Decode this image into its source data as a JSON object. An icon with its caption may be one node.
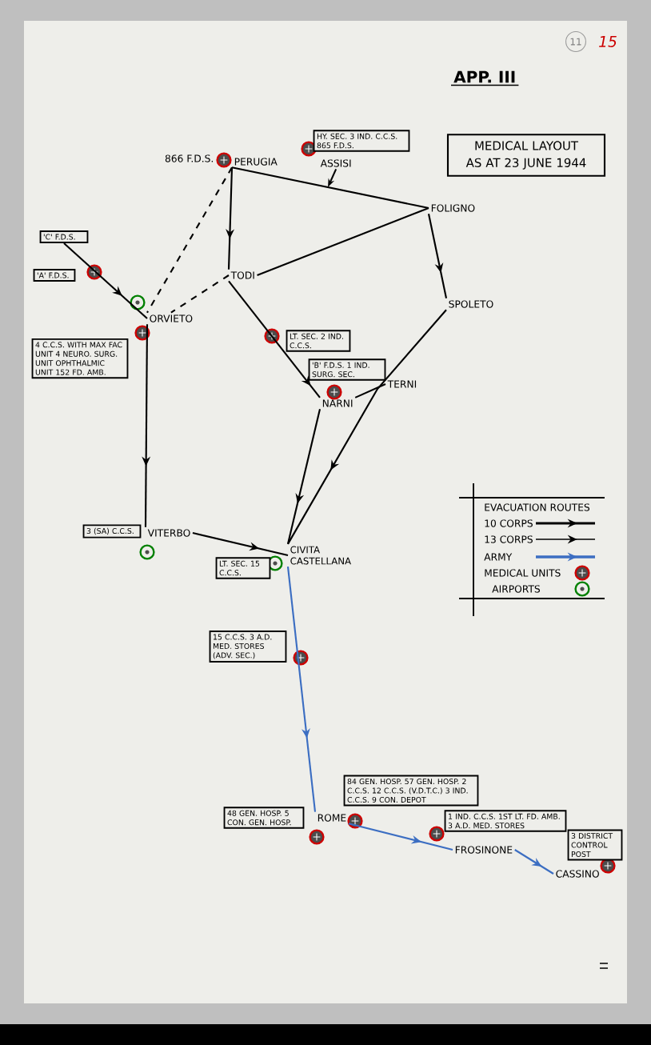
{
  "diagram": {
    "title": "APP. III",
    "nodes": [
      {
        "text": [
          "MEDICAL LAYOUT AS AT 23 JUNE 1944"
        ]
      },
      {
        "text": [
          "PERUGIA"
        ],
        "beside": [
          "866 F.D.S."
        ]
      },
      {
        "text": [
          "ASSISI"
        ]
      },
      {
        "text": [
          "HY. SEC. 3 IND. C.C.S. 865 F.D.S."
        ]
      },
      {
        "text": [
          "FOLIGNO"
        ]
      },
      {
        "text": [
          "SPOLETO"
        ]
      },
      {
        "text": [
          "TODI"
        ]
      },
      {
        "text": [
          "'C' F.D.S."
        ]
      },
      {
        "text": [
          "'A' F.D.S."
        ]
      },
      {
        "text": [
          "ORVIETO"
        ]
      },
      {
        "text": [
          "4 C.C.S. WITH MAX FAC UNIT 4 NEURO. SURG. UNIT OPHTHALMIC UNIT 152 FD. AMB."
        ]
      },
      {
        "text": [
          "LT. SEC. 2 IND. C.C.S."
        ]
      },
      {
        "text": [
          "'B' F.D.S. 1 IND. SURG. SEC."
        ]
      },
      {
        "text": [
          "TERNI"
        ]
      },
      {
        "text": [
          "NARNI"
        ]
      },
      {
        "text": [
          "3 (SA) C.C.S."
        ]
      },
      {
        "text": [
          "VITERBO"
        ]
      },
      {
        "text": [
          "LT. SEC. 15 C.C.S."
        ]
      },
      {
        "text": [
          "CIVITA CASTELLANA"
        ]
      },
      {
        "text": [
          "15 C.C.S. 3 A.D. MED. STORES (ADV. SEC.)"
        ]
      },
      {
        "text": [
          "48 GEN. HOSP. 5 CON. GEN. HOSP."
        ]
      },
      {
        "text": [
          "84 GEN. HOSP. 57 GEN. HOSP. 2 C.C.S. 12 C.C.S. (V.D.T.C.) 3 IND. C.C.S. 9 CON. DEPOT"
        ]
      },
      {
        "text": [
          "ROME"
        ]
      },
      {
        "text": [
          "1 IND. C.C.S. 1ST LT. FD. AMB. 3 A.D. MED. STORES"
        ]
      },
      {
        "text": [
          "FROSINONE"
        ]
      },
      {
        "text": [
          "3 DISTRICT CONTROL POST"
        ]
      },
      {
        "text": [
          "CASSINO"
        ]
      }
    ],
    "edges": [
      {
        "from": 1,
        "to": 6,
        "arrow": "to"
      },
      {
        "from": 1,
        "to": 4,
        "arrow": "none"
      },
      {
        "from": 4,
        "to": 6,
        "arrow": "none"
      },
      {
        "from": 4,
        "to": 5,
        "arrow": "to"
      },
      {
        "from": 5,
        "to": 18,
        "arrow": "to"
      },
      {
        "from": 6,
        "to": 14,
        "arrow": "to"
      },
      {
        "from": 14,
        "to": 13,
        "arrow": "none"
      },
      {
        "from": 14,
        "to": 18,
        "arrow": "to"
      },
      {
        "from": 2,
        "to": null,
        "arrow": "to"
      },
      {
        "from": 1,
        "to": 9,
        "arrow": "none",
        "style": "dashed"
      },
      {
        "from": 6,
        "to": 9,
        "arrow": "none",
        "style": "dashed"
      },
      {
        "from": 7,
        "to": 9,
        "arrow": "to"
      },
      {
        "from": 9,
        "to": 16,
        "arrow": "to"
      },
      {
        "from": 16,
        "to": 18,
        "arrow": "to"
      },
      {
        "from": 18,
        "to": 22,
        "arrow": "to",
        "color": "#3c6ec2"
      },
      {
        "from": 22,
        "to": 24,
        "arrow": "to",
        "color": "#3c6ec2"
      },
      {
        "from": 24,
        "to": 26,
        "arrow": "to",
        "color": "#3c6ec2"
      }
    ],
    "labels": [
      "15",
      "11",
      "EVACUATION ROUTES"
    ],
    "legend": [
      {
        "text": "10 CORPS"
      },
      {
        "text": "13 CORPS"
      },
      {
        "text": "ARMY"
      },
      {
        "text": "MEDICAL UNITS"
      },
      {
        "text": "AIRPORTS"
      }
    ]
  }
}
